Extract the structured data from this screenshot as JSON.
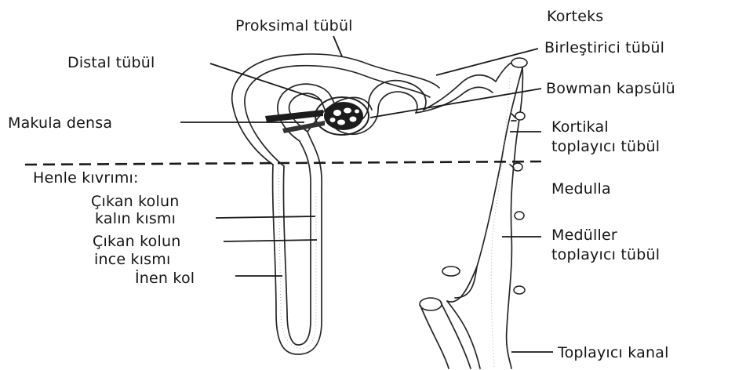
{
  "labels": {
    "proksimal_tubul": "Proksimal tübül",
    "korteks": "Korteks",
    "distal_tubul": "Distal tübül",
    "birlestirici_tubul": "Birleştirici tübül",
    "bowman_kapsulu": "Bowman kapsülü",
    "makula_densa": "Makula densa",
    "kortikal_line1": "Kortikal",
    "kortikal_line2": "toplayıcı tübül",
    "henle_kivrimi": "Henle kıvrımı:",
    "cikan_kalin_line1": "Çıkan kolun",
    "cikan_kalin_line2": "kalın kısmı",
    "medulla": "Medulla",
    "meduller_line1": "Medüller",
    "meduller_line2": "toplayıcı tübül",
    "cikan_ince_line1": "Çıkan kolun",
    "cikan_ince_line2": "ince kısmı",
    "inen_kol": "İnen kol",
    "toplayici_kanal": "Toplayıcı kanal"
  },
  "colors": {
    "ink": "#151515",
    "background": "#ffffff"
  }
}
